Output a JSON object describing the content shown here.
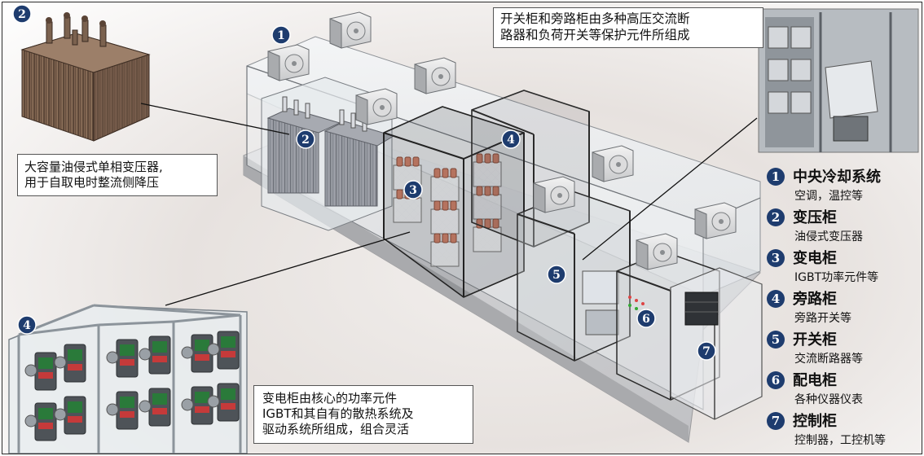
{
  "callouts": {
    "transformer_lines": [
      "大容量油侵式单相变压器,",
      "用于自取电时整流侧降压"
    ],
    "switchgear_lines": [
      "开关柜和旁路柜由多种高压交流断",
      "路器和负荷开关等保护元件所组成"
    ],
    "converter_lines": [
      "变电柜由核心的功率元件",
      "IGBT和其自有的散热系统及",
      "驱动系统所组成，组合灵活"
    ]
  },
  "markers": {
    "inset_transformer": "2",
    "inset_bypass": "4",
    "cooling": "1",
    "transformer": "2",
    "converter": "3",
    "bypass": "4",
    "switchgear": "5",
    "distribution": "6",
    "control": "7"
  },
  "legend": [
    {
      "num": "1",
      "title": "中央冷却系统",
      "desc": "空调，温控等"
    },
    {
      "num": "2",
      "title": "变压柜",
      "desc": "油侵式变压器"
    },
    {
      "num": "3",
      "title": "变电柜",
      "desc": "IGBT功率元件等"
    },
    {
      "num": "4",
      "title": "旁路柜",
      "desc": "旁路开关等"
    },
    {
      "num": "5",
      "title": "开关柜",
      "desc": "交流断路器等"
    },
    {
      "num": "6",
      "title": "配电柜",
      "desc": "各种仪器仪表"
    },
    {
      "num": "7",
      "title": "控制柜",
      "desc": "控制器，工控机等"
    }
  ],
  "colors": {
    "marker_fill": "#1e3c6e",
    "frame_dark": "#2a2a2a",
    "transformer_body": "#9b9ea6",
    "inset_transformer_body": "#8a6e5a",
    "igbt_copper": "#b5735f",
    "glass": "#e3e9ee"
  }
}
